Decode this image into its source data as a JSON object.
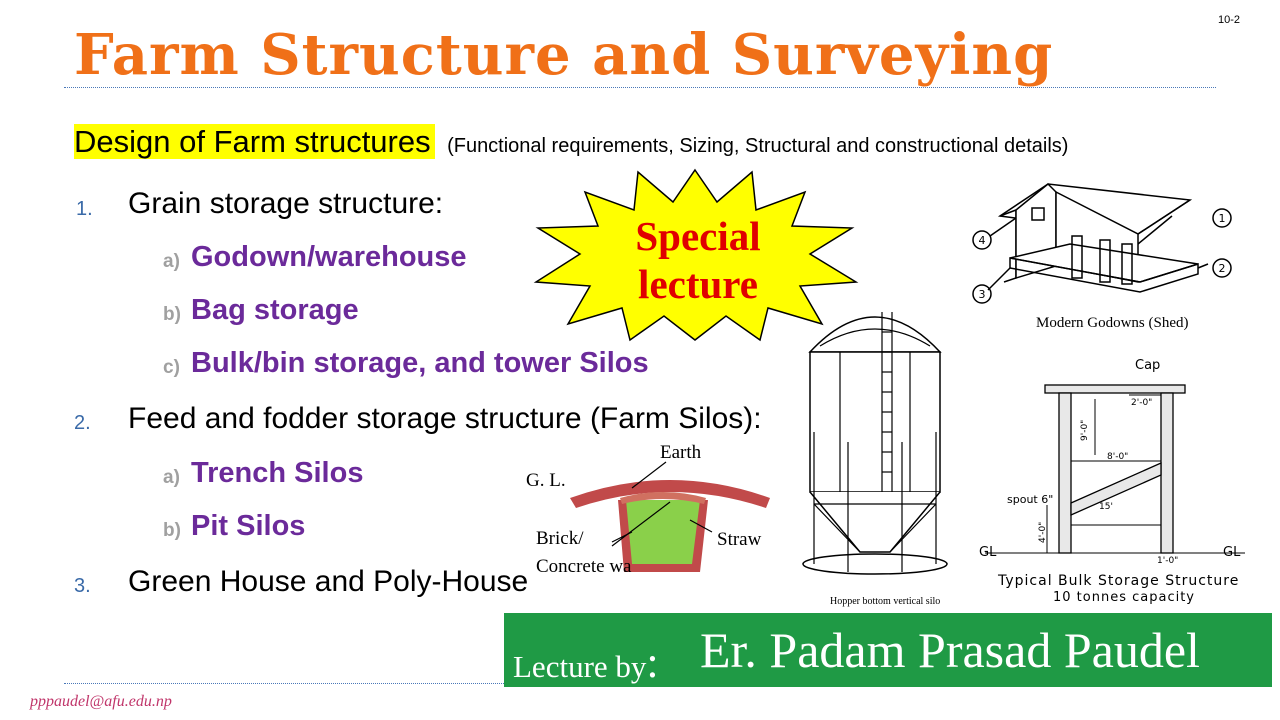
{
  "slide": {
    "page_number": "10-2",
    "title": "Farm Structure and Surveying",
    "subtitle": "Design of Farm structures",
    "subtitle_note": "(Functional requirements, Sizing, Structural and constructional details)",
    "items": [
      {
        "num": "1.",
        "text": "Grain storage structure:",
        "subs": [
          {
            "letter": "a)",
            "text": "Godown/warehouse"
          },
          {
            "letter": "b)",
            "text": "Bag storage"
          },
          {
            "letter": "c)",
            "text": "Bulk/bin storage, and tower Silos"
          }
        ]
      },
      {
        "num": "2.",
        "text": "Feed and fodder storage structure (Farm Silos):",
        "subs": [
          {
            "letter": "a)",
            "text": "Trench Silos"
          },
          {
            "letter": "b)",
            "text": "Pit Silos"
          }
        ]
      },
      {
        "num": "3.",
        "text": "Green House and Poly-House"
      }
    ],
    "special_badge": {
      "line1": "Special",
      "line2": "lecture"
    },
    "godown_figure": {
      "caption": "Modern Godowns (Shed)",
      "callouts": [
        "1",
        "2",
        "3",
        "4"
      ]
    },
    "silo_figure": {
      "caption": "Hopper bottom vertical silo"
    },
    "trench_figure": {
      "labels": {
        "gl": "G. L.",
        "earth": "Earth",
        "brick": "Brick/",
        "concrete": "Concrete wa",
        "straw": "Straw"
      }
    },
    "bulk_figure": {
      "labels": {
        "cap": "Cap",
        "d1": "2'-0\"",
        "d2": "9'-0\"",
        "d3": "8'-0\"",
        "spout": "spout 6\"",
        "d4": "15'",
        "d5": "4'-0\"",
        "d6": "1'-0\"",
        "gl_left": "GL",
        "gl_right": "GL"
      },
      "caption1": "Typical Bulk Storage Structure",
      "caption2": "10 tonnes capacity"
    },
    "banner": {
      "prefix": "Lecture by",
      "colon": ":",
      "name": "Er. Padam Prasad Paudel"
    },
    "email": "pppaudel@afu.edu.np"
  },
  "colors": {
    "title": "#f07018",
    "highlight": "#ffff00",
    "sub_items": "#6b2a9a",
    "banner": "#1f9a45",
    "badge_text": "#e00000",
    "badge_fill": "#ffff00"
  }
}
